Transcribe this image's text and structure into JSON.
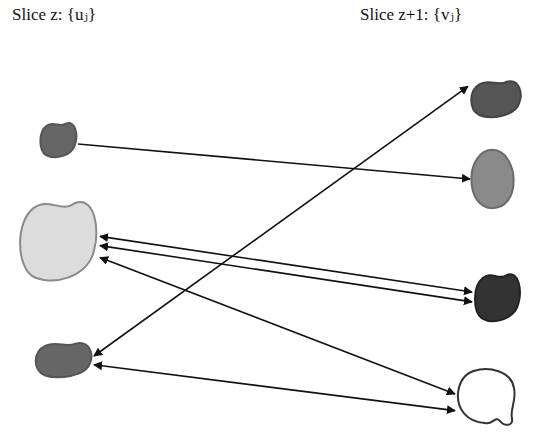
{
  "diagram": {
    "nodes": [
      {
        "text": []
      },
      {
        "text": []
      },
      {
        "text": []
      },
      {
        "text": []
      },
      {
        "text": []
      },
      {
        "text": []
      },
      {
        "text": []
      }
    ],
    "edges": [
      {
        "from": 0,
        "to": 4,
        "arrow": "to"
      },
      {
        "from": 2,
        "to": 3,
        "arrow": "both"
      },
      {
        "from": 1,
        "to": 5,
        "arrow": "both"
      },
      {
        "from": 1,
        "to": 5,
        "arrow": "both"
      },
      {
        "from": 1,
        "to": 6,
        "arrow": "both"
      },
      {
        "from": 2,
        "to": 6,
        "arrow": "both"
      }
    ],
    "labels": [
      "Slice z: {uⱼ}",
      "Slice z+1: {vⱼ}"
    ]
  }
}
